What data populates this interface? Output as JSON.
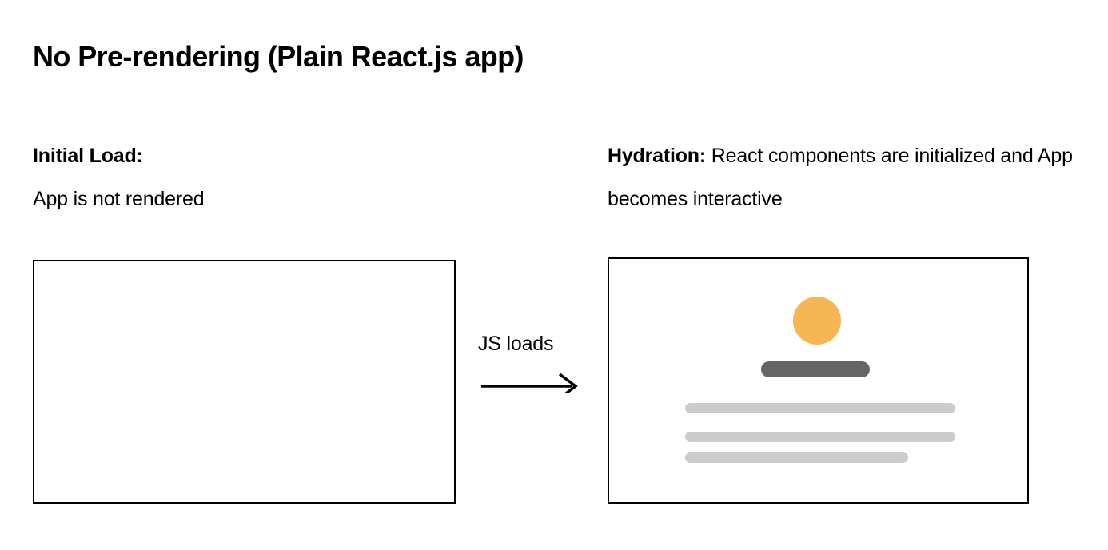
{
  "page": {
    "title": "No Pre-rendering (Plain React.js app)",
    "background_color": "#ffffff",
    "text_color": "#000000"
  },
  "columns": {
    "left": {
      "lead": "Initial Load:",
      "body": "App is not rendered"
    },
    "right": {
      "lead": "Hydration:",
      "body": " React components are initialized and App becomes interactive"
    }
  },
  "transition": {
    "label": "JS loads",
    "arrow_icon": "arrow-right-icon",
    "arrow_color": "#000000"
  },
  "frames": {
    "initial": {
      "name": "Initial Load",
      "border_color": "#000000",
      "fill_color": "#ffffff",
      "content": "empty"
    },
    "hydrated": {
      "name": "Hydration",
      "border_color": "#000000",
      "fill_color": "#ffffff",
      "skeleton": {
        "avatar_color": "#f5b653",
        "title_bar_color": "#656565",
        "text_bar_color": "#cccccc",
        "text_bar_count": 3
      }
    }
  }
}
